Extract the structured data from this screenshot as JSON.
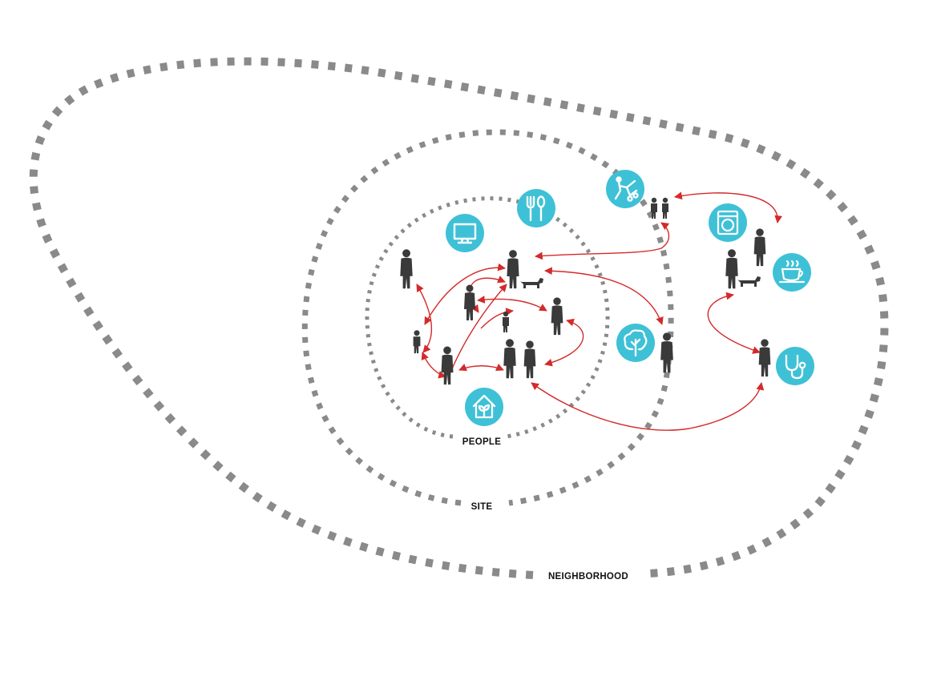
{
  "labels": {
    "people": "PEOPLE",
    "site": "SITE",
    "neighborhood": "NEIGHBORHOOD"
  },
  "colors": {
    "ring": "#8a8a8a",
    "icon_circle": "#3ec1d6",
    "arrow": "#d42a2a",
    "figure": "#3a3a3a",
    "label": "#111111"
  },
  "icons": [
    "stroller-icon",
    "fork-spoon-icon",
    "monitor-icon",
    "washing-machine-icon",
    "coffee-cup-icon",
    "tree-icon",
    "stethoscope-icon",
    "home-plant-icon"
  ]
}
